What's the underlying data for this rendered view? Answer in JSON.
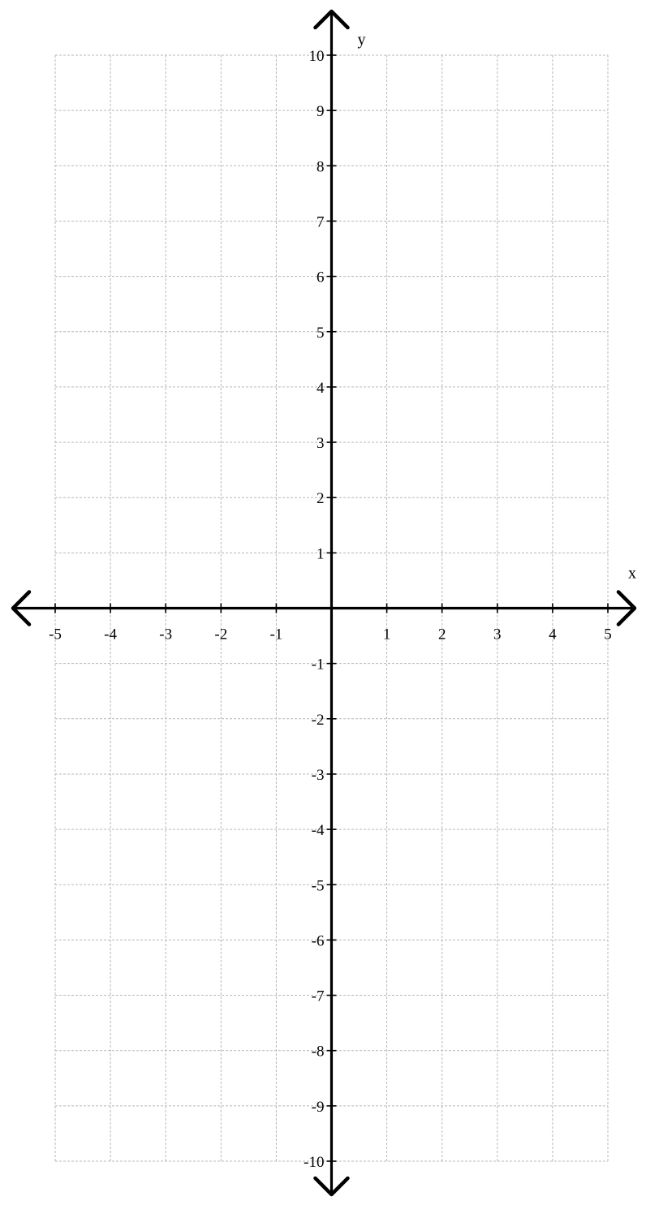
{
  "chart_data": {
    "type": "scatter",
    "title": "",
    "xlabel": "x",
    "ylabel": "y",
    "xlim": [
      -5,
      5
    ],
    "ylim": [
      -10,
      10
    ],
    "grid": true,
    "grid_style": "dashed",
    "x_ticks": [
      -5,
      -4,
      -3,
      -2,
      -1,
      1,
      2,
      3,
      4,
      5
    ],
    "y_ticks": [
      10,
      9,
      8,
      7,
      6,
      5,
      4,
      3,
      2,
      1,
      -1,
      -2,
      -3,
      -4,
      -5,
      -6,
      -7,
      -8,
      -9,
      -10
    ],
    "series": [],
    "colors": {
      "axis": "#000000",
      "grid": "#b8b8b8",
      "background": "#ffffff"
    }
  }
}
